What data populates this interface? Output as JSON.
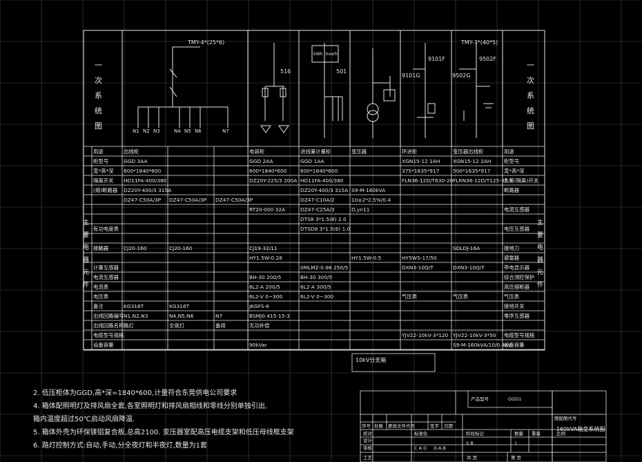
{
  "side_title_chars": [
    "一",
    "次",
    "系",
    "统",
    "图"
  ],
  "component_side_chars": [
    "主",
    "要",
    "电",
    "器",
    "元",
    "件"
  ],
  "busbar_left_label": "TMY-4*(25*6)",
  "busbar_right_label": "TMY-3*(40*5)",
  "feeder_labels": [
    "N1",
    "N2",
    "N3",
    "N4",
    "N5",
    "N6",
    "N7"
  ],
  "switch_tags": [
    "516",
    "501",
    "9101F",
    "9101G",
    "9502F",
    "9502G"
  ],
  "meter_codes": [
    "kWh",
    "kvarh"
  ],
  "row_labels": [
    "用途",
    "柜型号",
    "宽*高*深",
    "隔离开关",
    "(熔)断路器",
    "",
    "",
    "",
    "有功电度表",
    "",
    "接触器",
    "",
    "计量互感器",
    "电流互感器",
    "电流表",
    "电压表",
    "备注",
    "出线回路编号",
    "出线回路名称",
    "电缆型号规格",
    "设备容量"
  ],
  "columns": [
    {
      "cells": [
        "出线柜",
        "GGD  3AA",
        "600*1840*600",
        "HD11FA-400/380",
        "DZ20Y-400/3 315A",
        "DZ47-C50A/3P",
        "",
        "",
        "",
        "",
        "CJ20-160",
        "",
        "",
        "",
        "",
        "",
        "KG316T",
        "N1,N2,N3",
        "路灯",
        "",
        ""
      ]
    },
    {
      "cells": [
        "",
        "",
        "",
        "",
        "",
        "DZ47-C50A/3P",
        "",
        "",
        "",
        "",
        "CJ20-160",
        "",
        "",
        "",
        "",
        "",
        "KG316T",
        "N4,N5,N6",
        "全夜灯",
        "",
        ""
      ]
    },
    {
      "cells": [
        "",
        "",
        "",
        "",
        "",
        "DZ47-C50A/3P",
        "",
        "",
        "",
        "",
        "",
        "",
        "",
        "",
        "",
        "",
        "",
        "N7",
        "备用",
        "",
        ""
      ]
    },
    {
      "cells": [
        "电容柜",
        "GGD  2AA",
        "600*1840*600",
        "DZ20Y-225/3 200A",
        "",
        "",
        "RT20-000 32A",
        "",
        "",
        "",
        "CJ19-32/11",
        "HY1.5W-0.28",
        "",
        "BH-30 200/5",
        "6L2-A 200/5",
        "6L2-V 0~300",
        "JKGFS-6",
        "BSMJ0.415-15-3",
        "无功补偿",
        "",
        "90kVar"
      ]
    },
    {
      "cells": [
        "进线兼计量柜",
        "GGD  1AA",
        "600*1840*600",
        "HD11FA-400/380",
        "DZ20Y-400/3 315A",
        "DZ47-C10A/2",
        "DZ47-C25A/3",
        "DTS8 3*1.5(6) 2.0",
        "DTSD8 3*1.5(6) 1.0",
        "",
        "",
        "",
        "0MLMZ-0.66 250/5",
        "BH-30 300/5",
        "6L2-A 300/5",
        "6L2-V 0~300",
        "",
        "",
        "",
        "",
        ""
      ]
    },
    {
      "cells": [
        "变压器",
        "",
        "",
        "",
        "S9-M-160kVA",
        "10±2*2.5%/0.4",
        "D,yn11",
        "",
        "",
        "",
        "",
        "HY1.5W-0.5",
        "",
        "",
        "",
        "",
        "",
        "",
        "",
        "",
        ""
      ]
    },
    {
      "cells": [
        "环进柜",
        "XGN15-12  1AH",
        "375*1635*917",
        "FLN36-12D/T630-20",
        "",
        "",
        "",
        "",
        "",
        "",
        "",
        "HY5WS-17/50",
        "DXN3-10Q/T",
        "",
        "",
        "气压表",
        "",
        "",
        "",
        "YJV22-10kV-3*120",
        ""
      ]
    },
    {
      "cells": [
        "变压器出线柜",
        "XGN15-12  2AH",
        "500*1635*917",
        "FLRN36-12D/T125-31.5",
        "",
        "",
        "",
        "",
        "",
        "",
        "SDLDJ-16A",
        "",
        "DXN3-10Q/T",
        "",
        "",
        "气压表",
        "",
        "",
        "",
        "YJV22-10kV-3*50",
        "S9-M-160kVA/10/0.4kV"
      ]
    },
    {
      "cells": [
        "用途",
        "柜型号",
        "宽*高*深",
        "负荷(隔离)开关",
        "断路器",
        "",
        "电流互感器",
        "",
        "电压互感器",
        "",
        "接地刀",
        "避雷器",
        "带电显示器",
        "综合测控保护",
        "高压熔断器",
        "气压表",
        "接地开关",
        "零序互感器",
        "",
        "电缆型号规格",
        "设备容量"
      ]
    }
  ],
  "bus_label": "10kV分支箱",
  "notes": [
    "2. 低压柜体为GGD,高*深=1840*600,计量符合东莞供电公司要求",
    "4. 箱体配照明灯及排风扇全套,各室照明灯和排风扇相线和零线分别单独引出,",
    "   箱内温度超过50℃启动风扇降温.",
    "5. 箱体外壳为环保镁铝复合板,总高2100. 变压器室配高压电缆支架和低压母线框支架",
    "6. 路灯控制方式:自动,手动,分全夜灯和半夜灯,数量为1套"
  ],
  "title_block": {
    "product_code_label": "产品型号",
    "product_code": "GGD1",
    "drawing_no_label": "图配图代号",
    "drawing_title": "160kVA箱变系统图",
    "rev_headers": [
      "序号",
      "处数",
      "更改文件代号",
      "签字",
      "日期"
    ],
    "role_labels": [
      "设计",
      "审核",
      "工艺",
      "校对"
    ],
    "std_label": "标准化",
    "cad_label": "C A D",
    "stage_label": "阶段标记",
    "weight_label": "数量",
    "mass_label": "重量",
    "scale_label": "比例",
    "sheet_label": "共  页",
    "page_label": "第  页",
    "stage_value": "S  B",
    "qty_value": "1",
    "cad_value": "D.A.B"
  },
  "colors": {
    "background": "#000000",
    "line": "#e8e8e8",
    "red_tag": "#ff3030",
    "gray": "#9a9a9a"
  }
}
